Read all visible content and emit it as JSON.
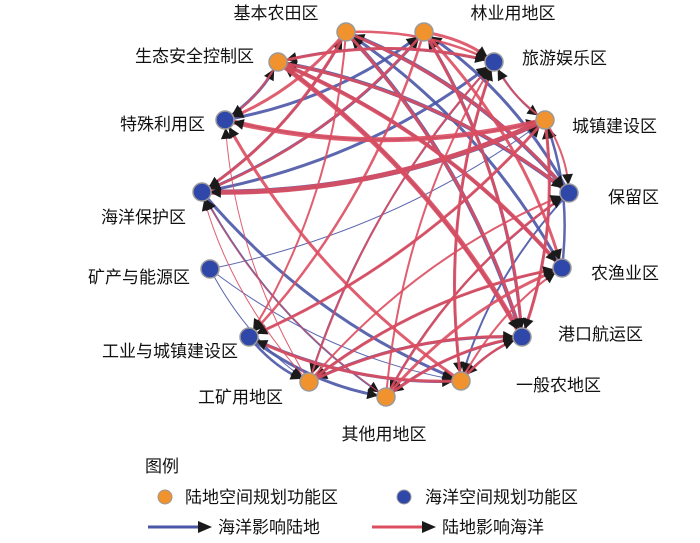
{
  "diagram": {
    "nodes": [
      {
        "id": "n0",
        "label": "基本农田区",
        "type": "land"
      },
      {
        "id": "n1",
        "label": "林业用地区",
        "type": "land"
      },
      {
        "id": "n2",
        "label": "旅游娱乐区",
        "type": "sea"
      },
      {
        "id": "n3",
        "label": "城镇建设区",
        "type": "land"
      },
      {
        "id": "n4",
        "label": "保留区",
        "type": "sea"
      },
      {
        "id": "n5",
        "label": "农渔业区",
        "type": "sea"
      },
      {
        "id": "n6",
        "label": "港口航运区",
        "type": "sea"
      },
      {
        "id": "n7",
        "label": "一般农地区",
        "type": "land"
      },
      {
        "id": "n8",
        "label": "其他用地区",
        "type": "land"
      },
      {
        "id": "n9",
        "label": "工矿用地区",
        "type": "land"
      },
      {
        "id": "n10",
        "label": "工业与城镇建设区",
        "type": "sea"
      },
      {
        "id": "n11",
        "label": "矿产与能源区",
        "type": "sea"
      },
      {
        "id": "n12",
        "label": "海洋保护区",
        "type": "sea"
      },
      {
        "id": "n13",
        "label": "特殊利用区",
        "type": "sea"
      },
      {
        "id": "n14",
        "label": "生态安全控制区",
        "type": "land"
      }
    ],
    "edges": [
      {
        "from": "n12",
        "to": "n3",
        "kind": "sea",
        "w": 5
      },
      {
        "from": "n12",
        "to": "n2",
        "kind": "sea",
        "w": 3
      },
      {
        "from": "n12",
        "to": "n1",
        "kind": "sea",
        "w": 3
      },
      {
        "from": "n12",
        "to": "n0",
        "kind": "sea",
        "w": 2.5
      },
      {
        "from": "n12",
        "to": "n7",
        "kind": "sea",
        "w": 3
      },
      {
        "from": "n12",
        "to": "n8",
        "kind": "sea",
        "w": 2
      },
      {
        "from": "n13",
        "to": "n1",
        "kind": "sea",
        "w": 3
      },
      {
        "from": "n13",
        "to": "n14",
        "kind": "sea",
        "w": 3
      },
      {
        "from": "n13",
        "to": "n3",
        "kind": "sea",
        "w": 2
      },
      {
        "from": "n4",
        "to": "n0",
        "kind": "sea",
        "w": 4
      },
      {
        "from": "n4",
        "to": "n14",
        "kind": "sea",
        "w": 4
      },
      {
        "from": "n4",
        "to": "n1",
        "kind": "sea",
        "w": 3
      },
      {
        "from": "n4",
        "to": "n7",
        "kind": "sea",
        "w": 2
      },
      {
        "from": "n4",
        "to": "n8",
        "kind": "sea",
        "w": 2
      },
      {
        "from": "n5",
        "to": "n0",
        "kind": "sea",
        "w": 3
      },
      {
        "from": "n5",
        "to": "n14",
        "kind": "sea",
        "w": 3
      },
      {
        "from": "n5",
        "to": "n3",
        "kind": "sea",
        "w": 2.5
      },
      {
        "from": "n5",
        "to": "n9",
        "kind": "sea",
        "w": 2
      },
      {
        "from": "n6",
        "to": "n0",
        "kind": "sea",
        "w": 4
      },
      {
        "from": "n6",
        "to": "n14",
        "kind": "sea",
        "w": 3
      },
      {
        "from": "n6",
        "to": "n1",
        "kind": "sea",
        "w": 3
      },
      {
        "from": "n6",
        "to": "n9",
        "kind": "sea",
        "w": 3
      },
      {
        "from": "n6",
        "to": "n8",
        "kind": "sea",
        "w": 2.5
      },
      {
        "from": "n6",
        "to": "n7",
        "kind": "sea",
        "w": 2
      },
      {
        "from": "n6",
        "to": "n3",
        "kind": "sea",
        "w": 2
      },
      {
        "from": "n2",
        "to": "n14",
        "kind": "sea",
        "w": 2.5
      },
      {
        "from": "n2",
        "to": "n9",
        "kind": "sea",
        "w": 2
      },
      {
        "from": "n2",
        "to": "n7",
        "kind": "sea",
        "w": 2
      },
      {
        "from": "n2",
        "to": "n3",
        "kind": "sea",
        "w": 2
      },
      {
        "from": "n10",
        "to": "n7",
        "kind": "sea",
        "w": 3
      },
      {
        "from": "n10",
        "to": "n8",
        "kind": "sea",
        "w": 3
      },
      {
        "from": "n10",
        "to": "n9",
        "kind": "sea",
        "w": 2.5
      },
      {
        "from": "n10",
        "to": "n3",
        "kind": "sea",
        "w": 1.5
      },
      {
        "from": "n11",
        "to": "n7",
        "kind": "sea",
        "w": 1
      },
      {
        "from": "n11",
        "to": "n3",
        "kind": "sea",
        "w": 1
      },
      {
        "from": "n11",
        "to": "n9",
        "kind": "sea",
        "w": 1
      },
      {
        "from": "n14",
        "to": "n6",
        "kind": "land",
        "w": 5
      },
      {
        "from": "n14",
        "to": "n5",
        "kind": "land",
        "w": 4
      },
      {
        "from": "n14",
        "to": "n4",
        "kind": "land",
        "w": 3
      },
      {
        "from": "n14",
        "to": "n2",
        "kind": "land",
        "w": 3
      },
      {
        "from": "n14",
        "to": "n13",
        "kind": "land",
        "w": 2
      },
      {
        "from": "n0",
        "to": "n13",
        "kind": "land",
        "w": 3
      },
      {
        "from": "n0",
        "to": "n12",
        "kind": "land",
        "w": 3
      },
      {
        "from": "n0",
        "to": "n4",
        "kind": "land",
        "w": 3
      },
      {
        "from": "n0",
        "to": "n6",
        "kind": "land",
        "w": 3
      },
      {
        "from": "n0",
        "to": "n2",
        "kind": "land",
        "w": 2.5
      },
      {
        "from": "n0",
        "to": "n10",
        "kind": "land",
        "w": 2
      },
      {
        "from": "n1",
        "to": "n2",
        "kind": "land",
        "w": 3
      },
      {
        "from": "n1",
        "to": "n5",
        "kind": "land",
        "w": 3
      },
      {
        "from": "n1",
        "to": "n6",
        "kind": "land",
        "w": 3
      },
      {
        "from": "n1",
        "to": "n10",
        "kind": "land",
        "w": 2.5
      },
      {
        "from": "n1",
        "to": "n12",
        "kind": "land",
        "w": 2.5
      },
      {
        "from": "n3",
        "to": "n13",
        "kind": "land",
        "w": 5
      },
      {
        "from": "n3",
        "to": "n12",
        "kind": "land",
        "w": 5
      },
      {
        "from": "n3",
        "to": "n10",
        "kind": "land",
        "w": 3
      },
      {
        "from": "n3",
        "to": "n6",
        "kind": "land",
        "w": 3
      },
      {
        "from": "n3",
        "to": "n4",
        "kind": "land",
        "w": 2
      },
      {
        "from": "n3",
        "to": "n2",
        "kind": "land",
        "w": 2
      },
      {
        "from": "n7",
        "to": "n10",
        "kind": "land",
        "w": 3
      },
      {
        "from": "n7",
        "to": "n13",
        "kind": "land",
        "w": 3
      },
      {
        "from": "n7",
        "to": "n2",
        "kind": "land",
        "w": 3
      },
      {
        "from": "n7",
        "to": "n6",
        "kind": "land",
        "w": 2.5
      },
      {
        "from": "n7",
        "to": "n5",
        "kind": "land",
        "w": 2
      },
      {
        "from": "n8",
        "to": "n6",
        "kind": "land",
        "w": 3
      },
      {
        "from": "n8",
        "to": "n5",
        "kind": "land",
        "w": 3
      },
      {
        "from": "n8",
        "to": "n4",
        "kind": "land",
        "w": 2.5
      },
      {
        "from": "n8",
        "to": "n2",
        "kind": "land",
        "w": 2
      },
      {
        "from": "n8",
        "to": "n12",
        "kind": "land",
        "w": 1
      },
      {
        "from": "n9",
        "to": "n6",
        "kind": "land",
        "w": 3
      },
      {
        "from": "n9",
        "to": "n5",
        "kind": "land",
        "w": 3
      },
      {
        "from": "n9",
        "to": "n4",
        "kind": "land",
        "w": 2
      },
      {
        "from": "n9",
        "to": "n2",
        "kind": "land",
        "w": 2
      },
      {
        "from": "n9",
        "to": "n12",
        "kind": "land",
        "w": 1
      },
      {
        "from": "n9",
        "to": "n13",
        "kind": "land",
        "w": 1
      }
    ]
  },
  "legend": {
    "title": "图例",
    "land_node": "陆地空间规划功能区",
    "sea_node": "海洋空间规划功能区",
    "sea_edge": "海洋影响陆地",
    "land_edge": "陆地影响海洋"
  },
  "colors": {
    "land_node": "#f0922e",
    "sea_node": "#2e47a8",
    "sea_edge": "#4a56a6",
    "land_edge": "#dc4d5f",
    "node_stroke": "#9a9a9a",
    "arrow": "#1a1a1a"
  }
}
